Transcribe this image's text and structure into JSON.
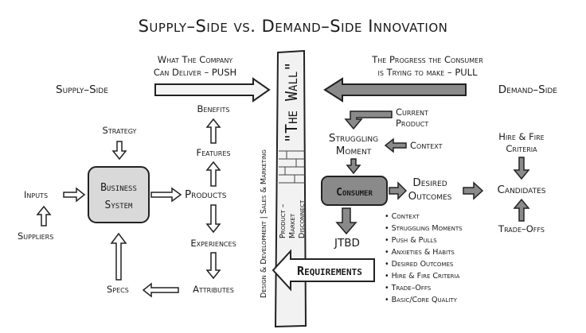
{
  "title": "Supply–Side vs. Demand–Side Innovation",
  "top": {
    "push_line1": "What The Company",
    "push_line2": "Can Deliver – PUSH",
    "pull_line1": "The Progress the Consumer",
    "pull_line2": "is Trying to make – PULL",
    "supply": "Supply–Side",
    "demand": "Demand–Side"
  },
  "wall": {
    "label": "\"The Wall\"",
    "disconnect1": "Product –",
    "disconnect2": "Market",
    "disconnect3": "Disconnect",
    "vertical_left": "Design & Development | Sales & Marketing"
  },
  "supply_side": {
    "strategy": "Strategy",
    "inputs": "Inputs",
    "suppliers": "Suppliers",
    "business_line1": "Business",
    "business_line2": "System",
    "products": "Products",
    "benefits": "Benefits",
    "features": "Features",
    "experiences": "Experiences",
    "attributes": "Attributes",
    "specs": "Specs"
  },
  "demand_side": {
    "current1": "Current",
    "current2": "Product",
    "struggling1": "Struggling",
    "struggling2": "Moment",
    "context": "Context",
    "consumer": "Consumer",
    "desired1": "Desired",
    "desired2": "Outcomes",
    "hire1": "Hire & Fire",
    "hire2": "Criteria",
    "candidates": "Candidates",
    "tradeoffs": "Trade–Offs",
    "jtbd": "JTBD",
    "list": [
      "Context",
      "Struggling Moments",
      "Push & Pulls",
      "Anxieties & Habits",
      "Desired Outcomes",
      "Hire & Fire Criteria",
      "Trade–Offs",
      "Basic/Core Quality"
    ]
  },
  "requirements": "Requirements"
}
